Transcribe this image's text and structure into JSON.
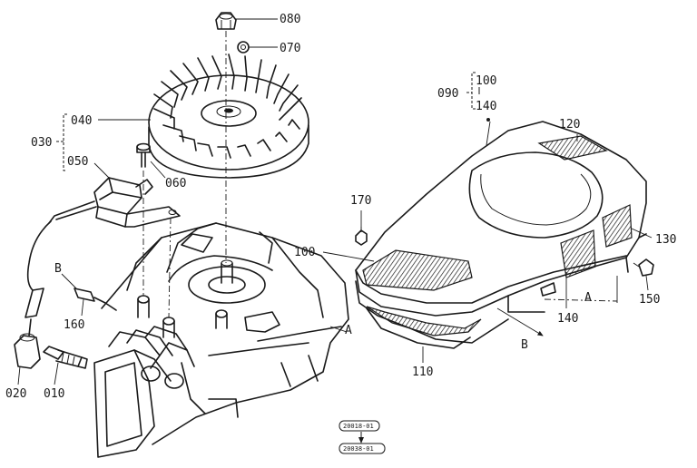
{
  "diagram": {
    "labels": {
      "p080": "080",
      "p070": "070",
      "p040": "040",
      "p030": "030",
      "p050": "050",
      "p060": "060",
      "p090": "090",
      "p100_top": "100",
      "p140_top": "140",
      "p120": "120",
      "p130": "130",
      "p170": "170",
      "p100": "100",
      "p150": "150",
      "p140": "140",
      "p110": "110",
      "p160": "160",
      "p020": "020",
      "p010": "010",
      "marker_a_engine": "A",
      "marker_b_wire": "B",
      "marker_a_shroud": "A",
      "marker_b_shroud": "B"
    },
    "stamps": {
      "stamp_top": "20018-01",
      "stamp_bottom": "20038-01"
    }
  }
}
